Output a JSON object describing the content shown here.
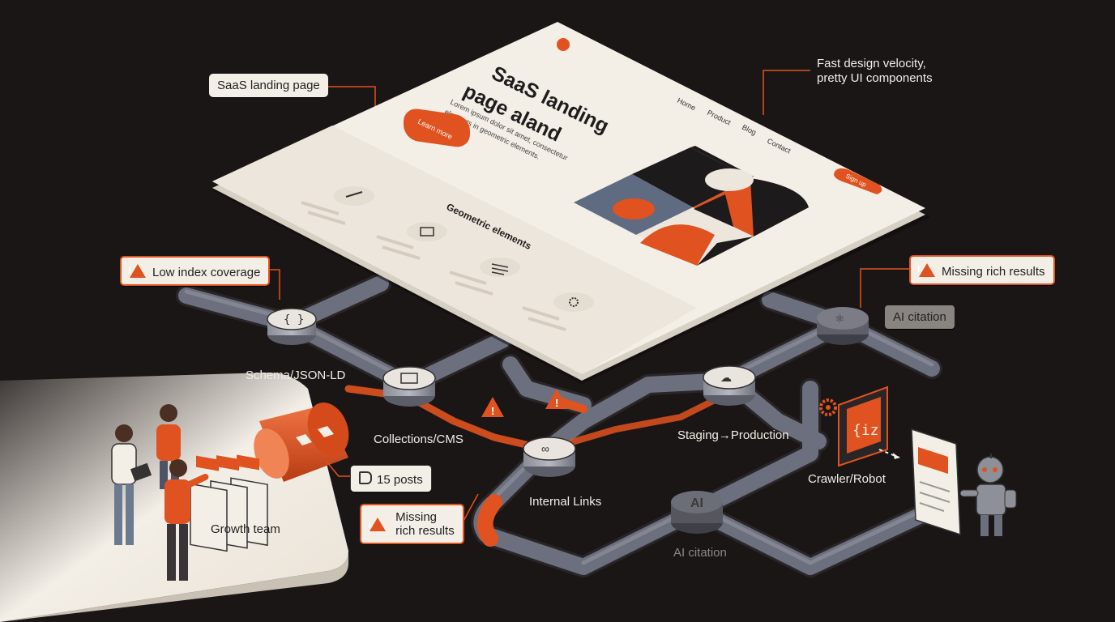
{
  "landing_page": {
    "title_line1": "SaaS landing",
    "title_line2": "page aland",
    "body_line1": "Lorem ipsum dolor sit amet, consectetur",
    "body_line2": "elements in geometric elements.",
    "cta": "Learn more",
    "nav": [
      "Home",
      "Product",
      "Blog",
      "Contact"
    ],
    "signup": "Sign up",
    "section_title": "Geometric elements"
  },
  "callouts": {
    "saas_label": "SaaS landing page",
    "design_note": [
      "Fast design velocity,",
      "pretty UI components"
    ],
    "low_index": "Low index coverage",
    "missing_rich_right": "Missing rich results",
    "ai_citation_top": "AI citation",
    "posts": "15 posts",
    "missing_rich_left": [
      "Missing",
      "rich results"
    ]
  },
  "nodes": {
    "schema": "Schema/JSON-LD",
    "collections": "Collections/CMS",
    "staging": "Staging→Production",
    "internal_links": "Internal Links",
    "crawler": "Crawler/Robot",
    "growth": "Growth team",
    "ai_citation_bottom": "AI citation",
    "ai_hub": "AI"
  },
  "colors": {
    "accent": "#e0521f",
    "background": "#1b1616",
    "cream": "#f4efe6",
    "pipe": "#6c6f7d",
    "slate": "#5f6b80"
  }
}
